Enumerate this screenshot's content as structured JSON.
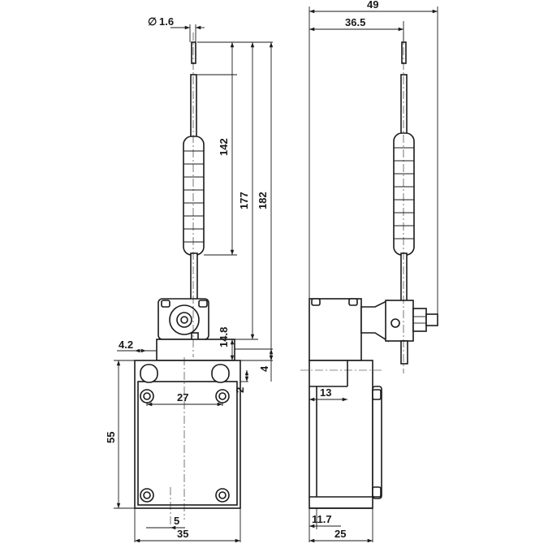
{
  "dimensions": {
    "diameter_symbol": "∅",
    "rod_diameter": "1.6",
    "length_142": "142",
    "length_177": "177",
    "length_182": "182",
    "offset_14_8": "14.8",
    "offset_4_2": "4.2",
    "offset_4": "4",
    "offset_2": "2",
    "hole_spacing_27": "27",
    "height_55": "55",
    "offset_5": "5",
    "width_35": "35",
    "width_49": "49",
    "width_36_5": "36.5",
    "depth_13": "13",
    "depth_11_7": "11.7",
    "depth_25": "25"
  }
}
